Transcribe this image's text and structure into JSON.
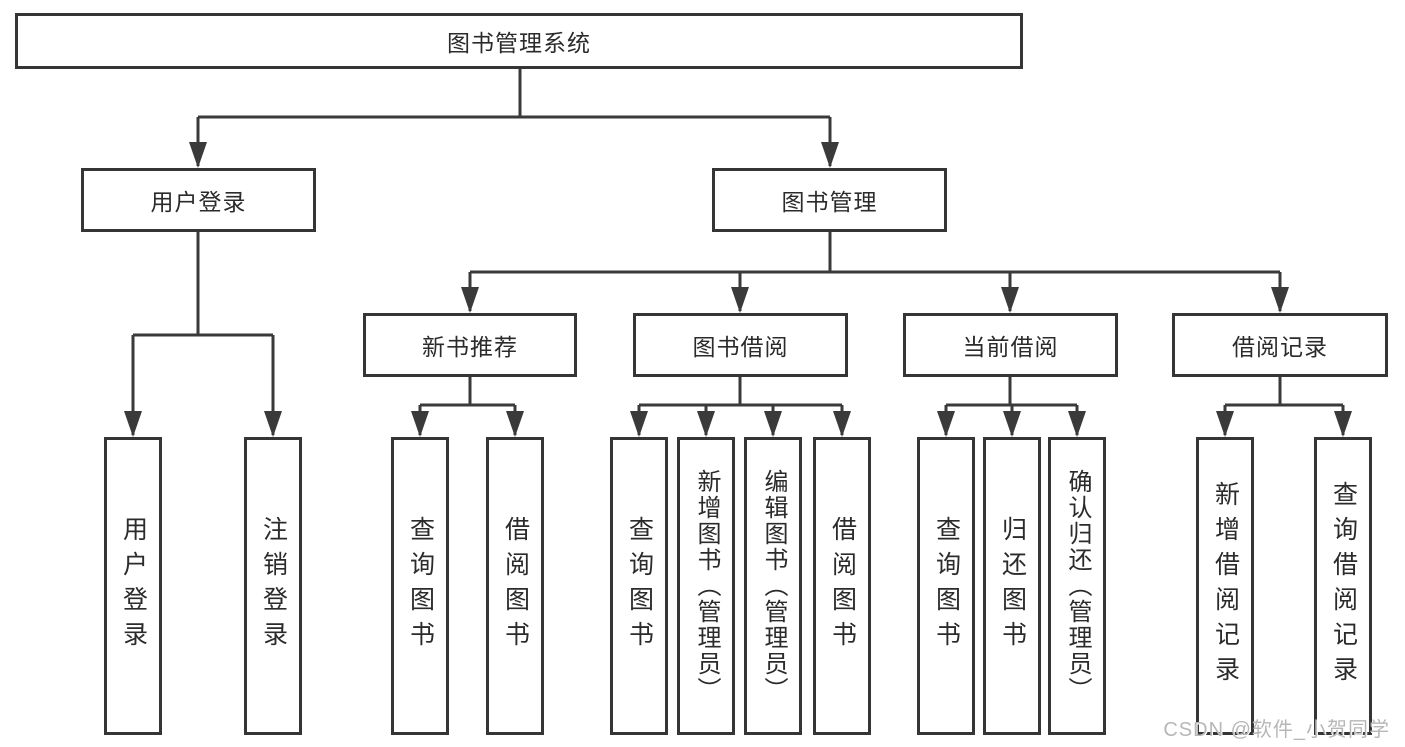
{
  "tree": {
    "root": {
      "label": "图书管理系统",
      "children": [
        {
          "label": "用户登录",
          "children": [
            {
              "label": "用户登录"
            },
            {
              "label": "注销登录"
            }
          ]
        },
        {
          "label": "图书管理",
          "children": [
            {
              "label": "新书推荐",
              "children": [
                {
                  "label": "查询图书"
                },
                {
                  "label": "借阅图书"
                }
              ]
            },
            {
              "label": "图书借阅",
              "children": [
                {
                  "label": "查询图书"
                },
                {
                  "label": "新增图书（管理员）"
                },
                {
                  "label": "编辑图书（管理员）"
                },
                {
                  "label": "借阅图书"
                }
              ]
            },
            {
              "label": "当前借阅",
              "children": [
                {
                  "label": "查询图书"
                },
                {
                  "label": "归还图书"
                },
                {
                  "label": "确认归还（管理员）"
                }
              ]
            },
            {
              "label": "借阅记录",
              "children": [
                {
                  "label": "新增借阅记录"
                },
                {
                  "label": "查询借阅记录"
                }
              ]
            }
          ]
        }
      ]
    }
  },
  "watermark": {
    "text": "CSDN @软件_小贺同学"
  },
  "colors": {
    "line": "#3a3a3a",
    "box_border": "#353535",
    "text": "#2b2b2b",
    "watermark": "#b7b7b7",
    "background": "#ffffff"
  }
}
